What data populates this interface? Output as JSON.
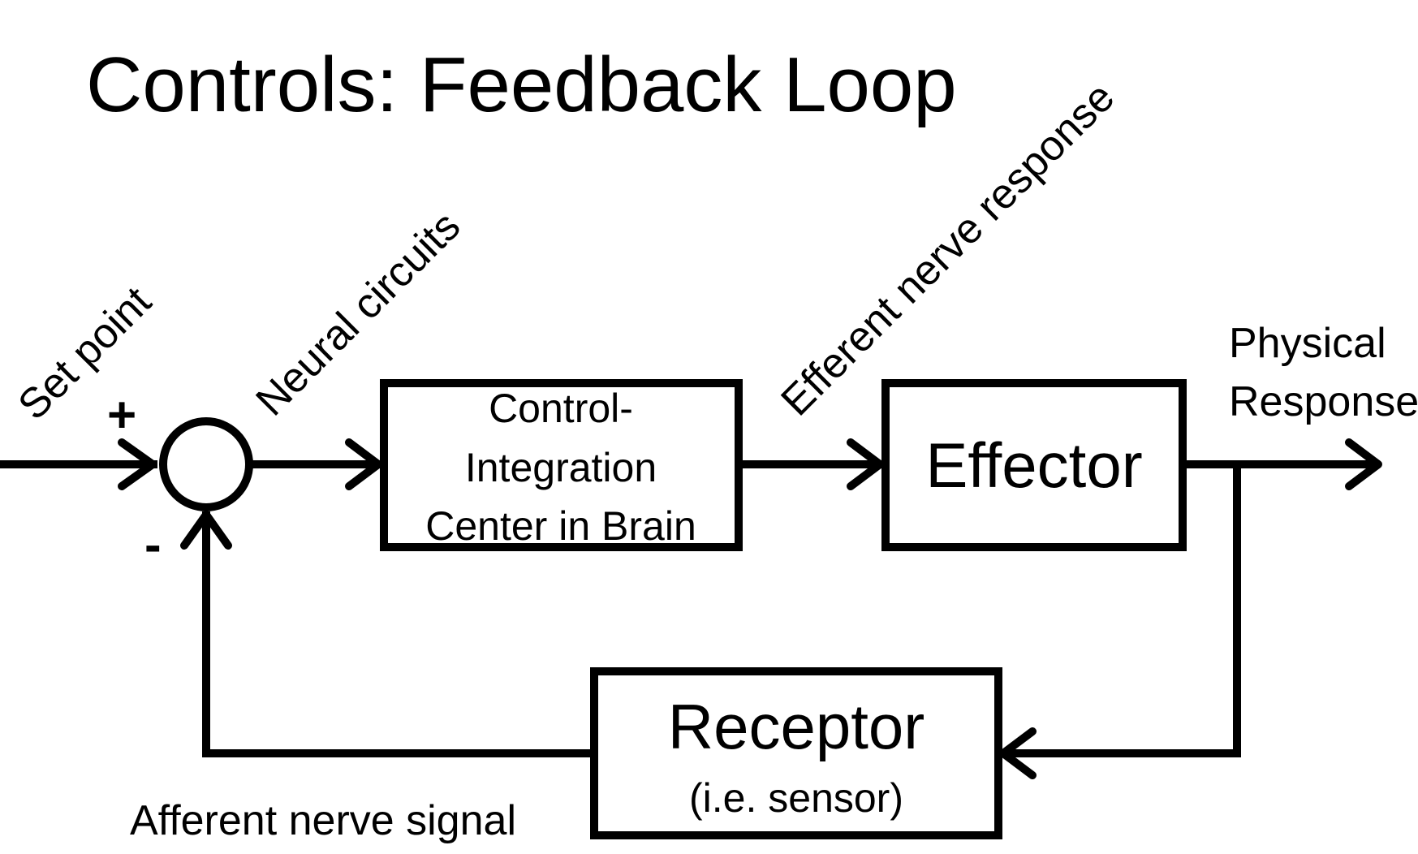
{
  "title": "Controls: Feedback Loop",
  "labels": {
    "set_point": "Set point",
    "plus_sign": "+",
    "minus_sign": "-",
    "neural_circuits": "Neural circuits",
    "efferent": "Efferent nerve response",
    "physical_response_line1": "Physical",
    "physical_response_line2": "Response",
    "afferent": "Afferent nerve signal"
  },
  "blocks": {
    "control": {
      "line1": "Control-",
      "line2": "Integration",
      "line3": "Center in Brain"
    },
    "effector": {
      "label": "Effector"
    },
    "receptor": {
      "line1": "Receptor",
      "line2": "(i.e. sensor)"
    }
  }
}
